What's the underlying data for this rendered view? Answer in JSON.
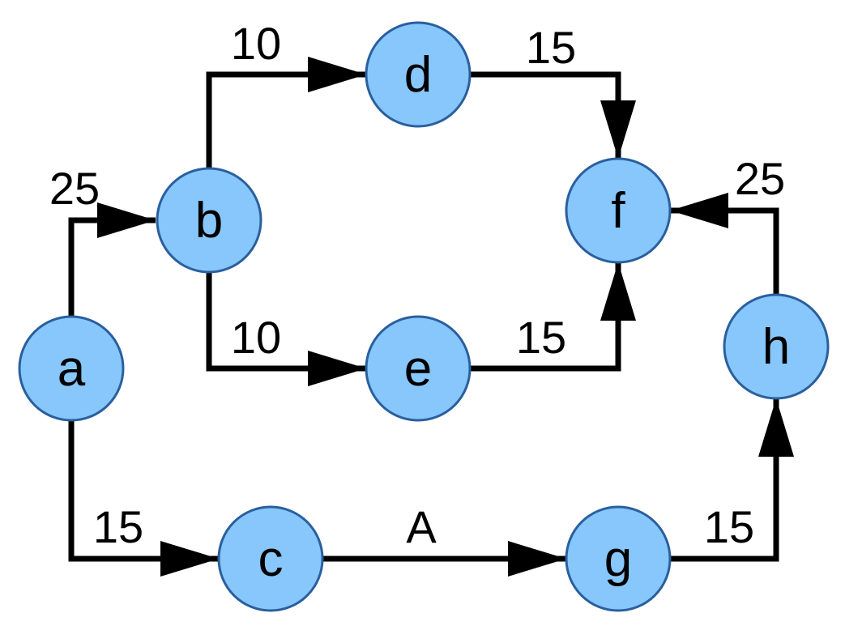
{
  "colors": {
    "node_fill": "#87c7fb",
    "node_stroke": "#2a5f9e",
    "edge": "#000000",
    "background": "#ffffff"
  },
  "nodes": [
    {
      "id": "a",
      "label": "a"
    },
    {
      "id": "b",
      "label": "b"
    },
    {
      "id": "c",
      "label": "c"
    },
    {
      "id": "d",
      "label": "d"
    },
    {
      "id": "e",
      "label": "e"
    },
    {
      "id": "f",
      "label": "f"
    },
    {
      "id": "g",
      "label": "g"
    },
    {
      "id": "h",
      "label": "h"
    }
  ],
  "edges": [
    {
      "from": "a",
      "to": "b",
      "label": "25"
    },
    {
      "from": "a",
      "to": "c",
      "label": "15"
    },
    {
      "from": "b",
      "to": "d",
      "label": "10"
    },
    {
      "from": "b",
      "to": "e",
      "label": "10"
    },
    {
      "from": "d",
      "to": "f",
      "label": "15"
    },
    {
      "from": "e",
      "to": "f",
      "label": "15"
    },
    {
      "from": "c",
      "to": "g",
      "label": "A"
    },
    {
      "from": "g",
      "to": "h",
      "label": "15"
    },
    {
      "from": "h",
      "to": "f",
      "label": "25"
    }
  ]
}
